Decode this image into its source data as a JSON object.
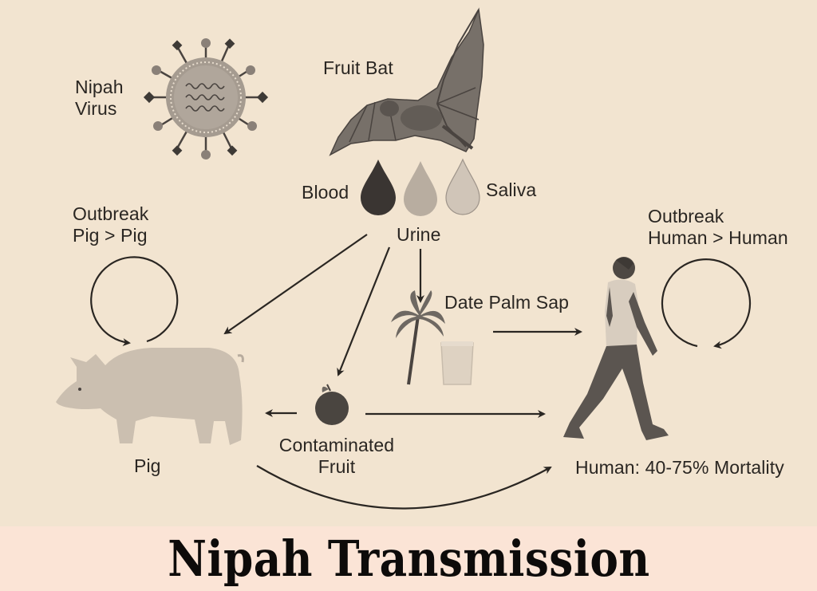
{
  "title": "Nipah Transmission",
  "colors": {
    "background": "#f2e4d0",
    "title_band": "#fbe4d6",
    "ink": "#2a2622",
    "blood_drop": "#3a3532",
    "urine_drop": "#b8ada0",
    "saliva_drop": "#cfc4b6",
    "pig": "#cbbfb0",
    "bat": "#6b6560"
  },
  "nodes": {
    "virus": {
      "label_line1": "Nipah",
      "label_line2": "Virus",
      "icon": "virus-icon"
    },
    "bat": {
      "label": "Fruit Bat",
      "icon": "bat-icon"
    },
    "fluids": {
      "blood": "Blood",
      "urine": "Urine",
      "saliva": "Saliva"
    },
    "pig_outbreak": {
      "line1": "Outbreak",
      "line2": "Pig > Pig"
    },
    "human_outbreak": {
      "line1": "Outbreak",
      "line2": "Human > Human"
    },
    "date_palm": {
      "label": "Date Palm Sap",
      "icon": "palm-tree-icon"
    },
    "fruit": {
      "line1": "Contaminated",
      "line2": "Fruit",
      "icon": "apple-icon"
    },
    "pig": {
      "label": "Pig",
      "icon": "pig-icon"
    },
    "human": {
      "label": "Human: 40-75% Mortality",
      "icon": "walking-person-icon"
    }
  },
  "edges": [
    {
      "from": "Urine",
      "to": "Pig"
    },
    {
      "from": "Urine",
      "to": "Contaminated Fruit"
    },
    {
      "from": "Urine",
      "to": "Date Palm Sap"
    },
    {
      "from": "Date Palm Sap",
      "to": "Human"
    },
    {
      "from": "Contaminated Fruit",
      "to": "Pig"
    },
    {
      "from": "Contaminated Fruit",
      "to": "Human"
    },
    {
      "from": "Pig",
      "to": "Human"
    },
    {
      "from": "Pig",
      "to": "Pig",
      "type": "loop"
    },
    {
      "from": "Human",
      "to": "Human",
      "type": "loop"
    }
  ]
}
